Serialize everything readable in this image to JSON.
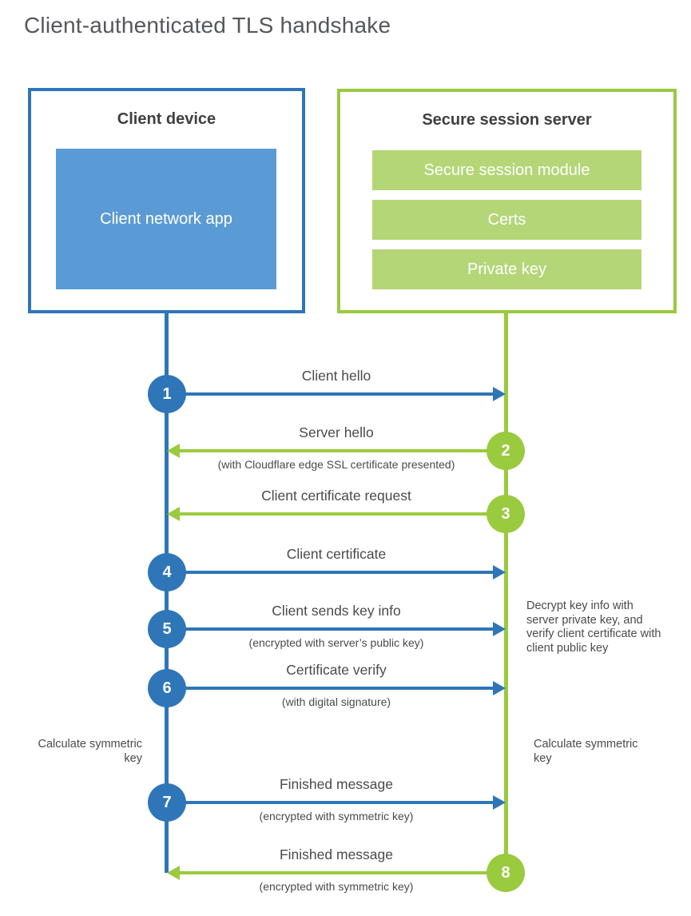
{
  "title": "Client-authenticated TLS handshake",
  "colors": {
    "blue": "#2e76b8",
    "blue_light": "#5b9bd5",
    "green": "#9aca3e",
    "green_light": "#b4d677"
  },
  "client": {
    "title": "Client device",
    "app_label": "Client network app"
  },
  "server": {
    "title": "Secure session server",
    "modules": [
      "Secure session module",
      "Certs",
      "Private key"
    ]
  },
  "steps": [
    {
      "num": "1",
      "from": "client",
      "direction": "right",
      "label": "Client hello",
      "sublabel": ""
    },
    {
      "num": "2",
      "from": "server",
      "direction": "left",
      "label": "Server hello",
      "sublabel": "(with Cloudflare edge SSL certificate presented)"
    },
    {
      "num": "3",
      "from": "server",
      "direction": "left",
      "label": "Client certificate request",
      "sublabel": ""
    },
    {
      "num": "4",
      "from": "client",
      "direction": "right",
      "label": "Client certificate",
      "sublabel": ""
    },
    {
      "num": "5",
      "from": "client",
      "direction": "right",
      "label": "Client sends key info",
      "sublabel": "(encrypted with server’s public key)"
    },
    {
      "num": "6",
      "from": "client",
      "direction": "right",
      "label": "Certificate verify",
      "sublabel": "(with digital signature)"
    },
    {
      "num": "7",
      "from": "client",
      "direction": "right",
      "label": "Finished message",
      "sublabel": "(encrypted with symmetric key)"
    },
    {
      "num": "8",
      "from": "server",
      "direction": "left",
      "label": "Finished message",
      "sublabel": "(encrypted with symmetric key)"
    }
  ],
  "notes": {
    "decrypt_note": "Decrypt key info with server private key, and verify client certificate with client public key",
    "calculate_left": "Calculate symmetric key",
    "calculate_right": "Calculate symmetric key"
  }
}
